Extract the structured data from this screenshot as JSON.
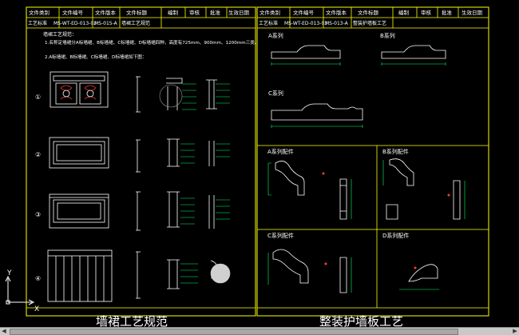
{
  "title_block": {
    "left_headers": [
      "文件类别",
      "文件编号",
      "文件版本",
      "文件标题",
      "编制",
      "审核",
      "批准",
      "生效日期"
    ],
    "left_row": {
      "type": "工艺标准",
      "code": "MS-WT-ED-013-02",
      "version": "MS-015-A",
      "title": "墙裙工艺规范"
    },
    "right_headers": [
      "文件类别",
      "文件编号",
      "文件版本",
      "文件标题",
      "编制",
      "审核",
      "批准",
      "生效日期"
    ],
    "right_row": {
      "type": "工艺标准",
      "code": "MS-WT-ED-013-03",
      "version": "MS-013-A",
      "title": "整装护墙板工艺"
    }
  },
  "left_panel": {
    "notes_heading": "墙裙工艺规范：",
    "note_1": "1.名称定墙裙分A标墙裙、B标墙裙、C标墙裙、D标墙裙四种，高度有725mm、900mm、1200mm三类。",
    "note_2": "2.A标墙裙、B标墙裙、C标墙裙、D标墙裙如下图：",
    "markers": [
      "①",
      "②",
      "③",
      "④"
    ],
    "footer_title": "墙裙工艺规范"
  },
  "right_panel": {
    "profiles": [
      "A系列",
      "B系列",
      "C系列"
    ],
    "accessories": [
      "A系列配件",
      "B系列配件",
      "C系列配件",
      "D系列配件"
    ],
    "footer_title": "整装护墙板工艺"
  },
  "ucs": {
    "x_label": "X",
    "y_label": "Y"
  },
  "colors": {
    "frame": "#ffff00",
    "lines": "#ffffff",
    "dims": "#00ff66",
    "accent": "#ff3b3b",
    "background": "#000000"
  }
}
